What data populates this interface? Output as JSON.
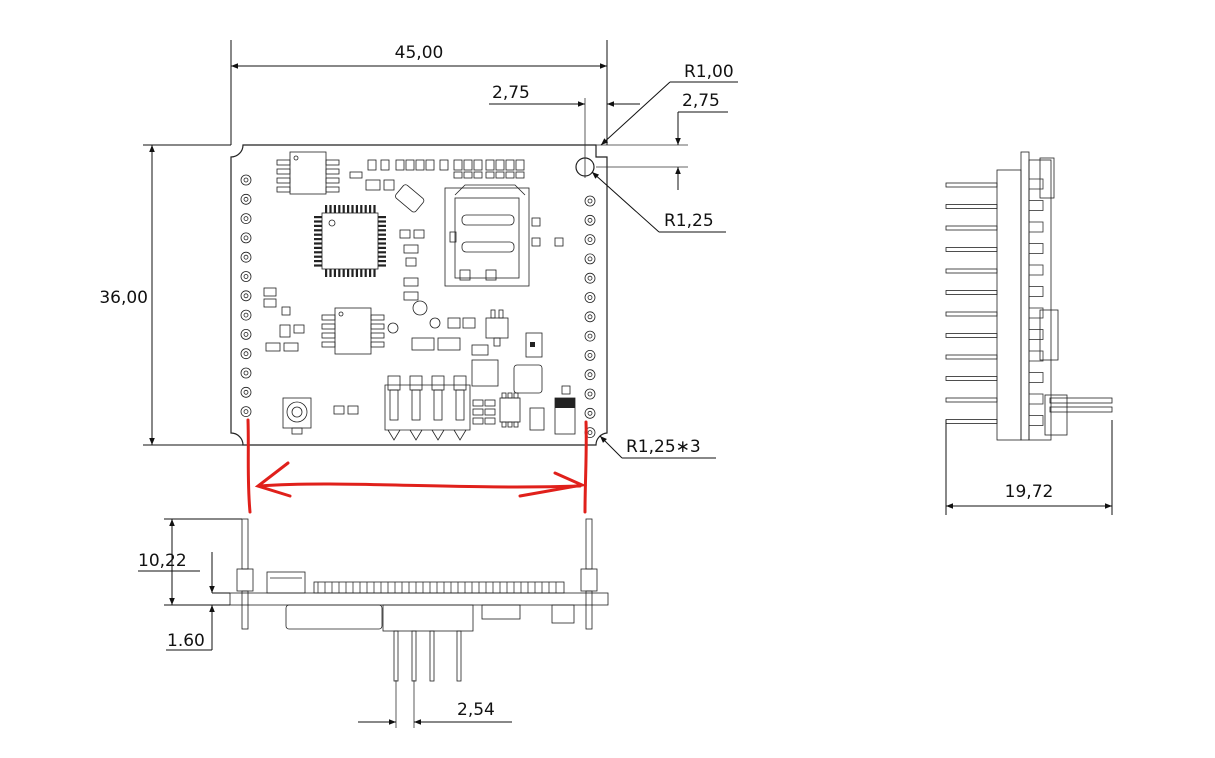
{
  "colors": {
    "ink": "#111111",
    "annotation": "#e0201b",
    "background": "#ffffff"
  },
  "dimensions": {
    "width": "45,00",
    "height": "36,00",
    "corner_offset_x": "2,75",
    "corner_offset_y": "2,75",
    "hole_radius": "R1,00",
    "corner_radius": "R1,25",
    "corner_radius_multi": "R1,25∗3",
    "pin_height": "10,22",
    "board_thickness": "1.60",
    "pin_pitch": "2,54",
    "side_depth": "19,72"
  }
}
